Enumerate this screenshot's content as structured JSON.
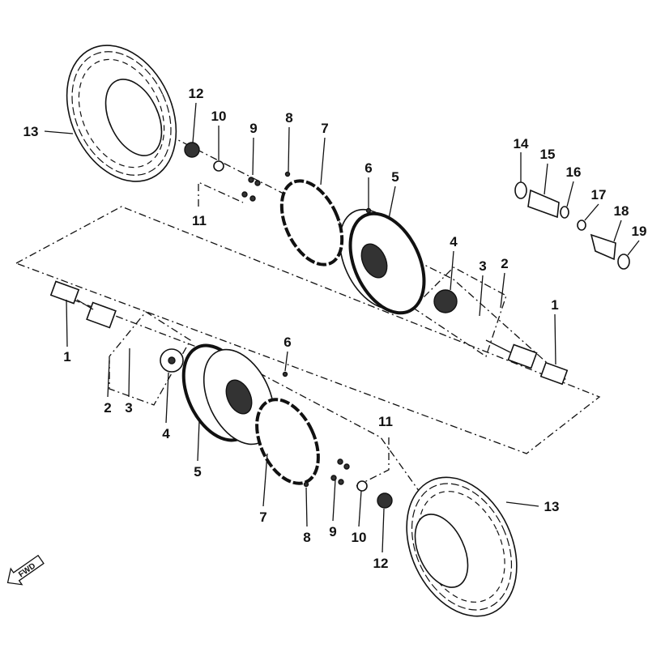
{
  "diagram": {
    "title": "",
    "labels": {
      "top_13": "13",
      "top_12": "12",
      "top_10": "10",
      "top_9": "9",
      "top_8": "8",
      "top_7": "7",
      "top_11": "11",
      "top_6": "6",
      "top_5": "5",
      "top_4": "4",
      "top_3": "3",
      "top_2": "2",
      "top_1": "1",
      "boot_14": "14",
      "boot_15": "15",
      "boot_16": "16",
      "boot_17": "17",
      "boot_18": "18",
      "boot_19": "19",
      "bot_1": "1",
      "bot_2": "2",
      "bot_3": "3",
      "bot_4": "4",
      "bot_6": "6",
      "bot_5": "5",
      "bot_7": "7",
      "bot_8": "8",
      "bot_9": "9",
      "bot_10": "10",
      "bot_11": "11",
      "bot_12": "12",
      "bot_13": "13"
    },
    "direction_indicator": "FWD"
  }
}
